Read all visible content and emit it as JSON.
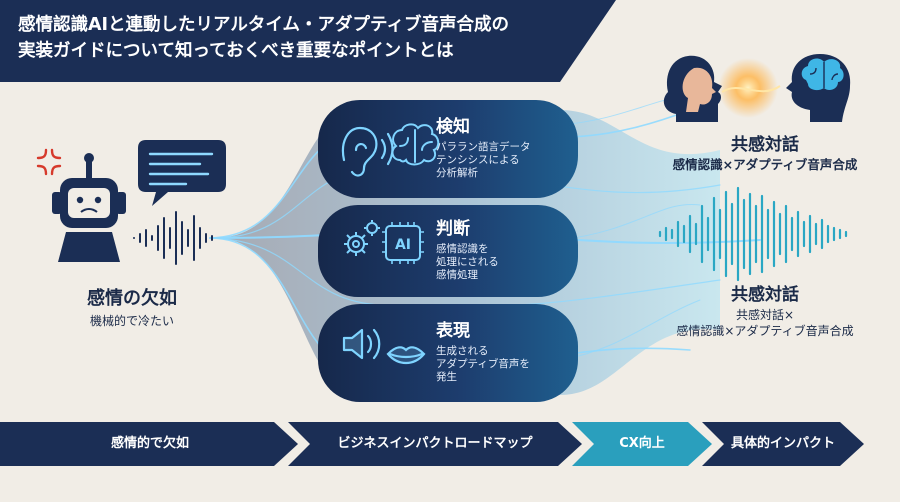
{
  "title": {
    "line1": "感情認識AIと連動したリアルタイム・アダプティブ音声合成の",
    "line2": "実装ガイドについて知っておくべき重要なポイントとは"
  },
  "left": {
    "title": "感情の欠如",
    "subtitle": "機械的で冷たい"
  },
  "stages": [
    {
      "title": "検知",
      "lines": [
        "パララン語言データ",
        "テンシシスによる",
        "分析解析"
      ]
    },
    {
      "title": "判断",
      "lines": [
        "感情認識を",
        "処理にされる",
        "感情処理"
      ]
    },
    {
      "title": "表現",
      "lines": [
        "生成される",
        "アダプティブ音声を",
        "発生"
      ]
    }
  ],
  "ai_chip_label": "AI",
  "right_top": {
    "title": "共感対話",
    "subtitle": "感情認識×アダプティブ音声合成"
  },
  "right_bottom": {
    "title": "共感対話",
    "subtitle1": "共感対話×",
    "subtitle2": "感情認識×アダプティブ音声合成"
  },
  "roadmap": [
    "感情的で欠如",
    "ビジネスインパクトロードマップ",
    "CX向上",
    "具体的インパクト"
  ],
  "colors": {
    "navy": "#1b2e55",
    "teal": "#2aa7c4",
    "glow": "#5fd3ff",
    "warning": "#d63a2c"
  }
}
